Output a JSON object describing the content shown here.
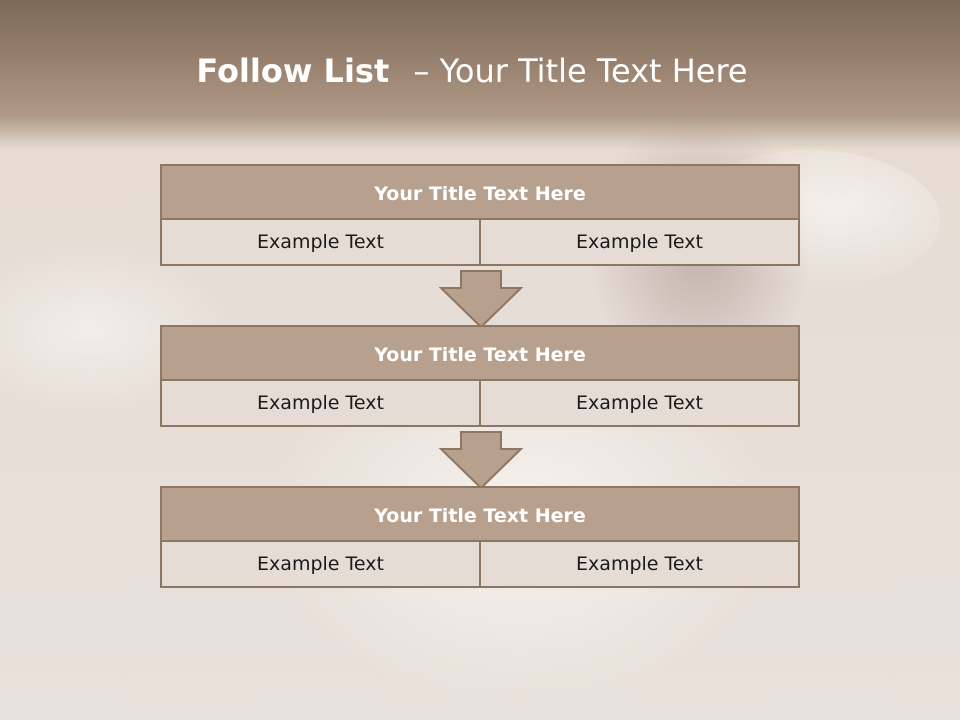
{
  "slide": {
    "title_strong": "Follow List",
    "title_separator": "–",
    "title_rest": "Your Title Text Here"
  },
  "steps": [
    {
      "title": "Your Title Text Here",
      "left": "Example Text",
      "right": "Example Text"
    },
    {
      "title": "Your Title Text Here",
      "left": "Example Text",
      "right": "Example Text"
    },
    {
      "title": "Your Title Text Here",
      "left": "Example Text",
      "right": "Example Text"
    }
  ],
  "colors": {
    "header": "#9a8370",
    "box_title": "#b7a18e",
    "box_cell": "#e5dcd5",
    "border": "#8c7762"
  }
}
